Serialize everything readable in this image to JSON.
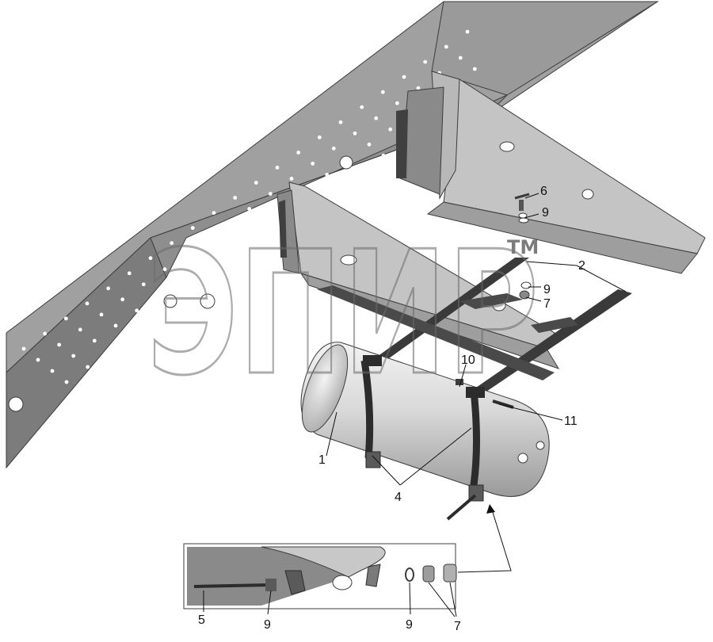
{
  "callouts": {
    "c1": "1",
    "c2": "2",
    "c4": "4",
    "c5": "5",
    "c6": "6",
    "c7a": "7",
    "c7b": "7",
    "c9a": "9",
    "c9b": "9",
    "c9c": "9",
    "c9d": "9",
    "c10": "10",
    "c11": "11"
  },
  "watermark": {
    "text": "ЭПИР",
    "tm": "TM"
  },
  "colors": {
    "frame_top": "#9c9c9c",
    "frame_side": "#7a7a7a",
    "bracket": "#b4b4b4",
    "strap": "#3a3a3a",
    "tank": "#d6d6d6",
    "outline": "#3c3c3c"
  }
}
